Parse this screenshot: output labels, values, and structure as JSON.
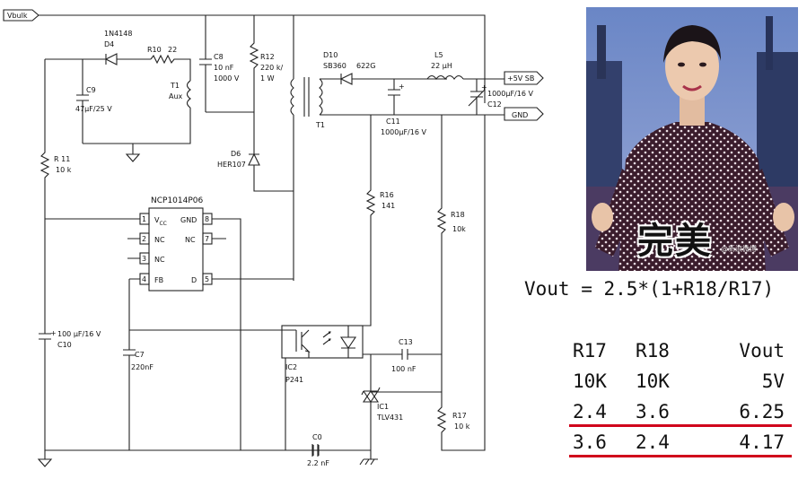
{
  "nodes": {
    "vbulk": "Vbulk",
    "out_5v": "+5V SB",
    "gnd": "GND"
  },
  "components": {
    "d4_part": "1N4148",
    "d4": "D4",
    "r10": "R10",
    "r10_val": "22",
    "c9": "C9",
    "c9_val": "47µF/25 V",
    "t1_aux": "T1",
    "t1_aux_lbl": "Aux",
    "c8": "C8",
    "c8_val1": "10 nF",
    "c8_val2": "1000 V",
    "r12": "R12",
    "r12_val1": "220 k/",
    "r12_val2": "1 W",
    "d10": "D10",
    "d10_val": "SB360",
    "code": "622G",
    "t1": "T1",
    "l5": "L5",
    "l5_val": "22 µH",
    "c11": "C11",
    "c11_val": "1000µF/16 V",
    "c12": "C12",
    "c12_val": "1000µF/16 V",
    "d6": "D6",
    "d6_val": "HER107",
    "r11": "R 11",
    "r11_val": "10 k",
    "ic_name": "NCP1014P06",
    "pin_vcc": "V",
    "pin_vcc_sub": "CC",
    "pin_gnd": "GND",
    "pin_nc": "NC",
    "pin_fb": "FB",
    "pin_d": "D",
    "r16": "R16",
    "r16_val": "141",
    "r18": "R18",
    "r18_val": "10k",
    "c10_val": "100 µF/16 V",
    "c10": "C10",
    "c7": "C7",
    "c7_val": "220nF",
    "ic2": "IC2",
    "ic2_val": "P241",
    "c13": "C13",
    "c13_val": "100 nF",
    "ic1": "IC1",
    "ic1_val": "TLV431",
    "r17": "R17",
    "r17_val": "10 k",
    "c0": "C0",
    "c0_val": "2.2 nF"
  },
  "pins": [
    "1",
    "2",
    "3",
    "4",
    "5",
    "7",
    "8"
  ],
  "photo": {
    "caption": "完美",
    "watermark": "@新浪微博"
  },
  "formula": "Vout = 2.5*(1+R18/R17)",
  "table": {
    "header": [
      "R17",
      "R18",
      "Vout"
    ],
    "rows": [
      [
        "10K",
        "10K",
        "5V"
      ],
      [
        "2.4",
        "3.6",
        "6.25"
      ],
      [
        "3.6",
        "2.4",
        "4.17"
      ]
    ]
  },
  "colors": {
    "underline": "#d0021b",
    "wire": "#222222"
  }
}
